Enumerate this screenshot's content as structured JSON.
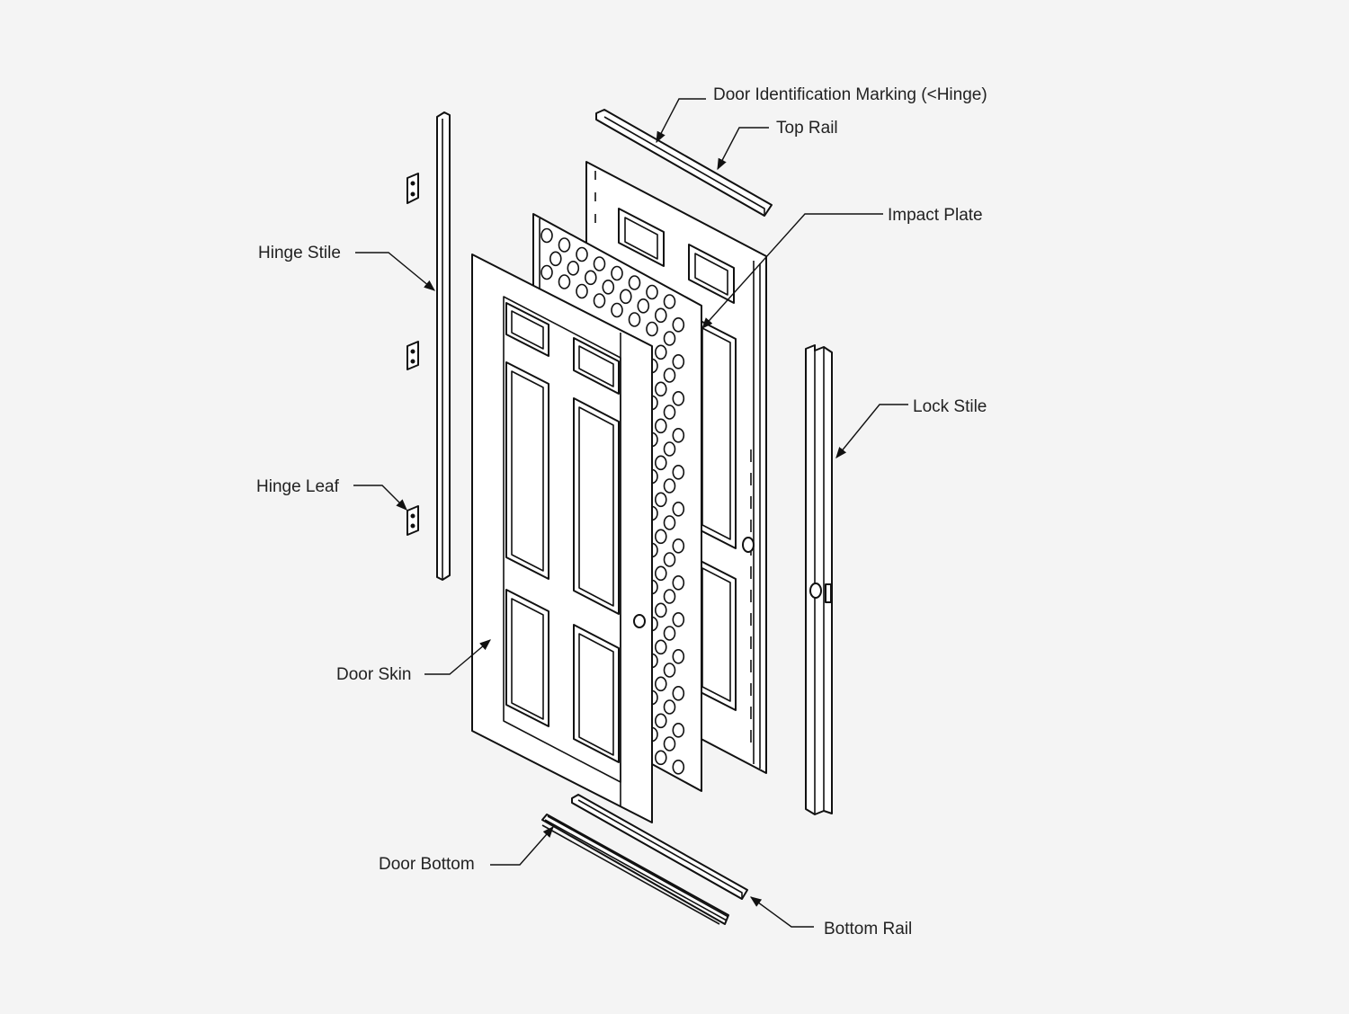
{
  "diagram": {
    "background": "#f4f4f4",
    "line_color": "#111111",
    "labels": {
      "door_identification_marking": "Door Identification Marking (<Hinge)",
      "top_rail": "Top Rail",
      "impact_plate": "Impact Plate",
      "hinge_stile": "Hinge Stile",
      "lock_stile": "Lock Stile",
      "hinge_leaf": "Hinge Leaf",
      "door_skin": "Door Skin",
      "door_bottom": "Door Bottom",
      "bottom_rail": "Bottom Rail"
    }
  }
}
